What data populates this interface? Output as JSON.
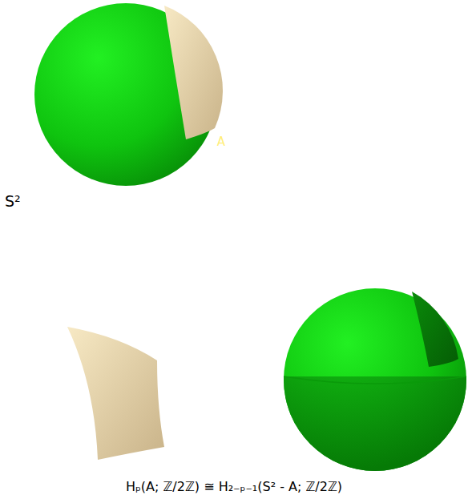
{
  "diagram": {
    "labels": [
      "S²",
      "A",
      "Hₚ(A; ℤ/2ℤ)  ≅  H₂₋ₚ₋₁(S² - A; ℤ/2ℤ)"
    ]
  }
}
